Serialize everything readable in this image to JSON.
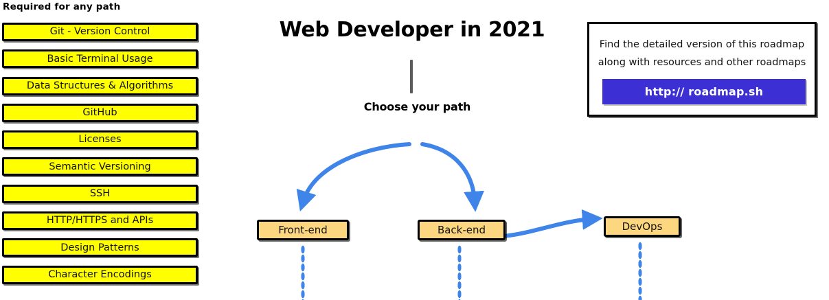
{
  "required_section": {
    "heading": "Required for any path",
    "items": [
      {
        "label": "Git - Version Control"
      },
      {
        "label": "Basic Terminal Usage"
      },
      {
        "label": "Data Structures & Algorithms"
      },
      {
        "label": "GitHub"
      },
      {
        "label": "Licenses"
      },
      {
        "label": "Semantic Versioning"
      },
      {
        "label": "SSH"
      },
      {
        "label": "HTTP/HTTPS and APIs"
      },
      {
        "label": "Design Patterns"
      },
      {
        "label": "Character Encodings"
      }
    ],
    "box_fill": "#ffff00",
    "box_border": "#000000"
  },
  "diagram": {
    "title": "Web Developer in 2021",
    "choose_path_label": "Choose your path",
    "stem_color": "#5c5c5c",
    "arrow_color": "#3f84e8",
    "paths": [
      {
        "label": "Front-end",
        "name": "front-end"
      },
      {
        "label": "Back-end",
        "name": "back-end"
      },
      {
        "label": "DevOps",
        "name": "devops"
      }
    ],
    "path_box_fill": "#fcd77f",
    "dots_color": "#3f84e8"
  },
  "roadmap_card": {
    "line1": "Find the detailed version of this roadmap",
    "line2": "along with resources and other roadmaps",
    "button_label": "http:// roadmap.sh",
    "button_color": "#3c2fd4",
    "button_text_color": "#ffffff"
  }
}
